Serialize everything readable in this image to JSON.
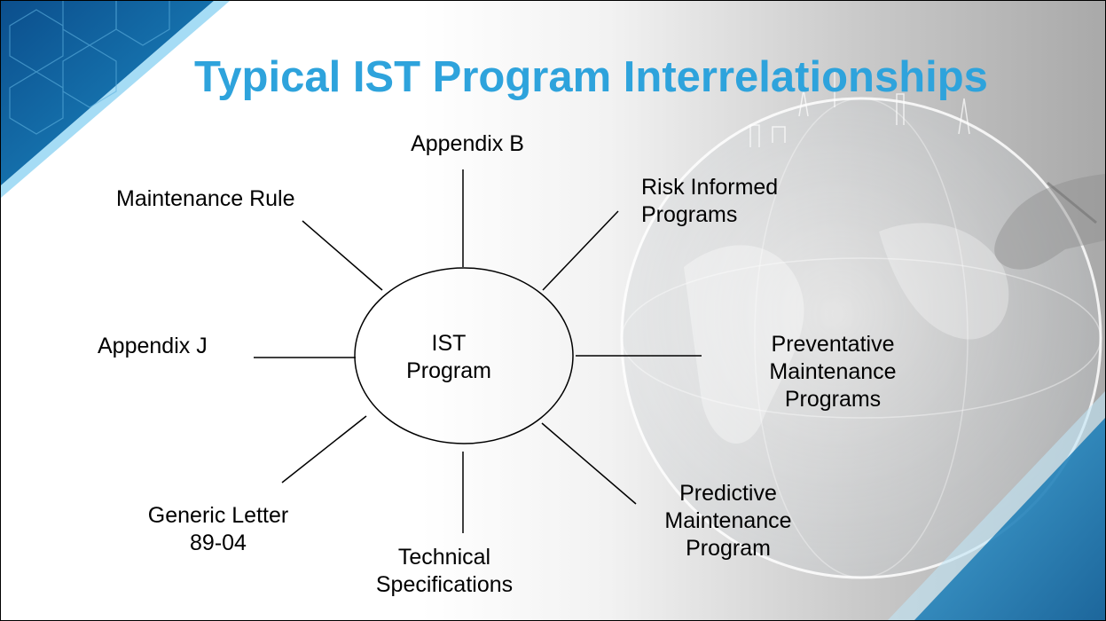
{
  "slide": {
    "title": "Typical IST Program Interrelationships",
    "title_color": "#2EA3DC"
  },
  "diagram": {
    "center": "IST\nProgram",
    "nodes": [
      {
        "id": "appendix-b",
        "label": "Appendix B"
      },
      {
        "id": "risk-informed",
        "label": "Risk Informed\nPrograms"
      },
      {
        "id": "preventative",
        "label": "Preventative\nMaintenance\nPrograms"
      },
      {
        "id": "predictive",
        "label": "Predictive\nMaintenance\nProgram"
      },
      {
        "id": "technical-specs",
        "label": "Technical\nSpecifications"
      },
      {
        "id": "generic-letter",
        "label": "Generic Letter\n89-04"
      },
      {
        "id": "appendix-j",
        "label": "Appendix J"
      },
      {
        "id": "maintenance-rule",
        "label": "Maintenance Rule"
      }
    ]
  },
  "background": {
    "corner_accent": "#1E8FC8",
    "globe_tint": "#BFC4C8"
  }
}
